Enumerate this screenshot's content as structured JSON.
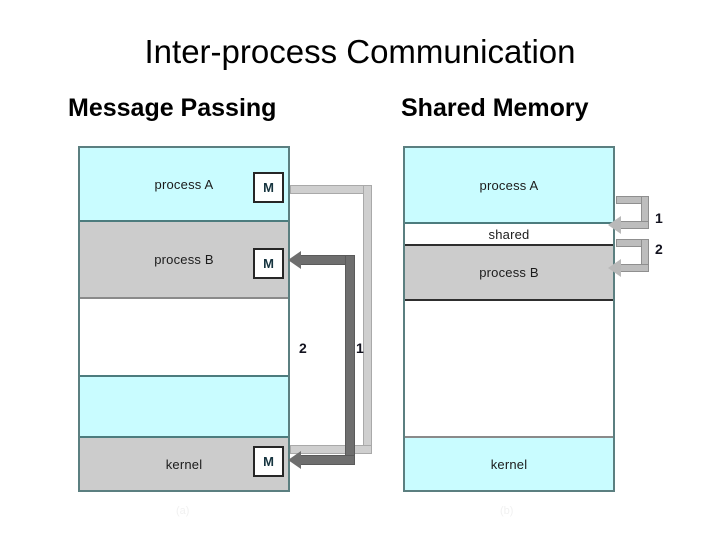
{
  "slide": {
    "title": "Inter-process Communication",
    "accent_cyan": "#c9fcff",
    "accent_gray": "#cccccc",
    "border_teal": "#5b7f80"
  },
  "sections": {
    "left": {
      "heading": "Message Passing",
      "caption": "(a)"
    },
    "right": {
      "heading": "Shared Memory",
      "caption": "(b)"
    }
  },
  "message_passing": {
    "bands": [
      {
        "label": "process A",
        "fill": "cyan"
      },
      {
        "label": "process B",
        "fill": "gray"
      },
      {
        "label": "",
        "fill": "white"
      },
      {
        "label": "",
        "fill": "cyan"
      },
      {
        "label": "kernel",
        "fill": "gray"
      }
    ],
    "mailboxes": [
      {
        "label": "M",
        "owner": "process A"
      },
      {
        "label": "M",
        "owner": "process B"
      },
      {
        "label": "M",
        "owner": "kernel"
      }
    ],
    "steps": [
      {
        "label": "1",
        "from": "process A",
        "to": "kernel"
      },
      {
        "label": "2",
        "from": "kernel",
        "to": "process B"
      }
    ]
  },
  "shared_memory": {
    "bands": [
      {
        "label": "process A",
        "fill": "cyan"
      },
      {
        "label": "shared",
        "fill": "white"
      },
      {
        "label": "process B",
        "fill": "gray"
      },
      {
        "label": "",
        "fill": "white"
      },
      {
        "label": "kernel",
        "fill": "cyan"
      }
    ],
    "steps": [
      {
        "label": "1",
        "target": "shared"
      },
      {
        "label": "2",
        "target": "process B"
      }
    ]
  }
}
